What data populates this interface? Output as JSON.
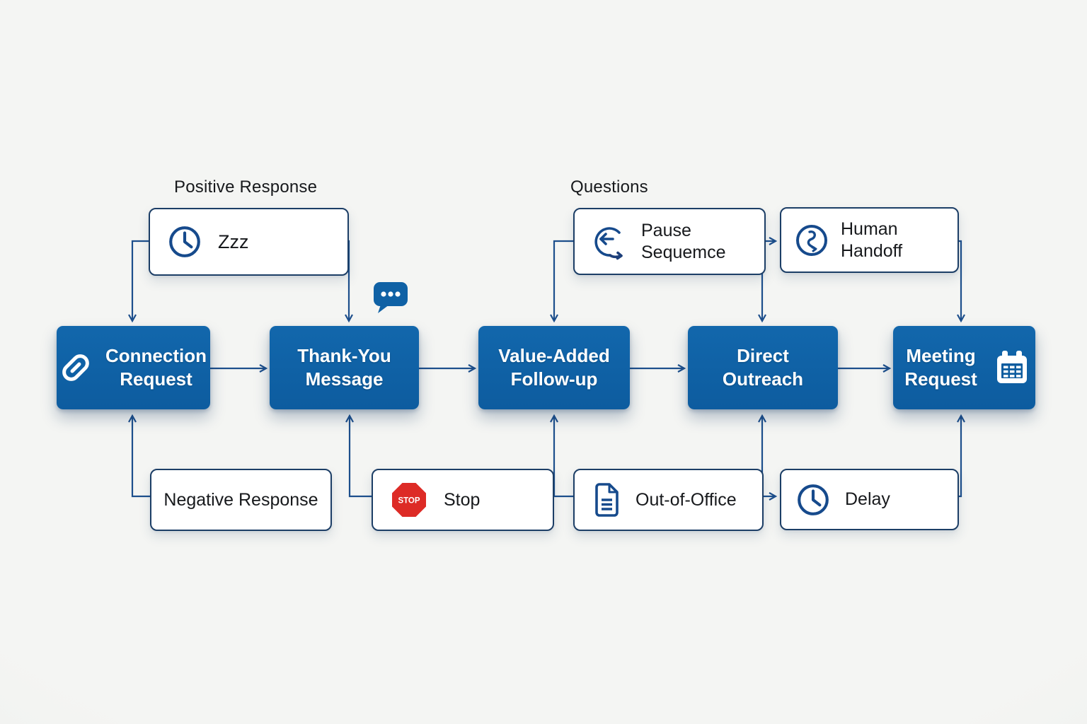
{
  "labels": {
    "positive_response": "Positive Response",
    "questions": "Questions"
  },
  "nodes": {
    "connection_request": "Connection Request",
    "thank_you_message": "Thank-You Message",
    "value_added_follow_up": "Value-Added Follow-up",
    "direct_outreach": "Direct Outreach",
    "meeting_request": "Meeting Request",
    "zzz": "Zzz",
    "pause_sequence": "Pause Sequemce",
    "human_handoff": "Human Handoff",
    "negative_response": "Negative Response",
    "stop": "Stop",
    "stop_sign": "STOP",
    "out_of_office": "Out-of-Office",
    "delay": "Delay"
  },
  "icons": {
    "connection_request": "link-icon",
    "meeting_request": "calendar-icon",
    "zzz": "clock-icon",
    "pause_sequence": "loop-back-arrow-icon",
    "human_handoff": "phone-handoff-icon",
    "stop": "stop-sign-icon",
    "out_of_office": "document-icon",
    "delay": "clock-icon",
    "thank_you_message": "chat-bubble-icon"
  },
  "edges": [
    {
      "from": "Zzz",
      "to": "Connection Request"
    },
    {
      "from": "Zzz",
      "to": "Thank-You Message"
    },
    {
      "from": "Connection Request",
      "to": "Thank-You Message"
    },
    {
      "from": "Thank-You Message",
      "to": "Value-Added Follow-up"
    },
    {
      "from": "Value-Added Follow-up",
      "to": "Direct Outreach"
    },
    {
      "from": "Direct Outreach",
      "to": "Meeting Request"
    },
    {
      "from": "Pause Sequemce",
      "to": "Value-Added Follow-up"
    },
    {
      "from": "Pause Sequemce",
      "to": "Human Handoff"
    },
    {
      "from": "Pause Sequemce",
      "to": "Direct Outreach"
    },
    {
      "from": "Human Handoff",
      "to": "Meeting Request"
    },
    {
      "from": "Negative Response",
      "to": "Connection Request"
    },
    {
      "from": "Stop",
      "to": "Thank-You Message"
    },
    {
      "from": "Out-of-Office",
      "to": "Value-Added Follow-up"
    },
    {
      "from": "Delay",
      "to": "Direct Outreach"
    },
    {
      "from": "Direct Outreach",
      "to": "Delay"
    },
    {
      "from": "Delay",
      "to": "Meeting Request"
    }
  ],
  "colors": {
    "node_blue": "#0f61a5",
    "node_text": "#ffffff",
    "connector": "#1d4f8c",
    "white_node_border": "#1c3e66",
    "stop_red": "#dd2b26",
    "background": "#f2f3f1",
    "label_text": "#17191c"
  }
}
